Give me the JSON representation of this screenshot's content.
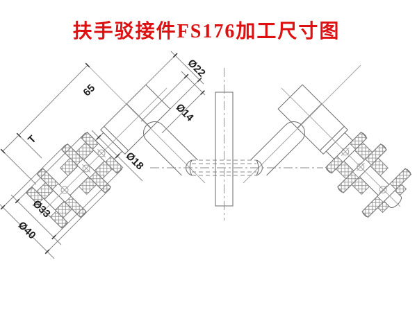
{
  "title": {
    "text": "扶手驳接件FS176加工尺寸图",
    "color": "#dd1111"
  },
  "drawing": {
    "line_color": "#6a6a6a",
    "centerline_color": "#8a8a8a"
  },
  "dimensions": {
    "length_65": "65",
    "glass_thickness": "T",
    "dia_22": "Ø22",
    "dia_14": "Ø14",
    "dia_18": "Ø18",
    "dia_33": "Ø33",
    "dia_40": "Ø40"
  }
}
